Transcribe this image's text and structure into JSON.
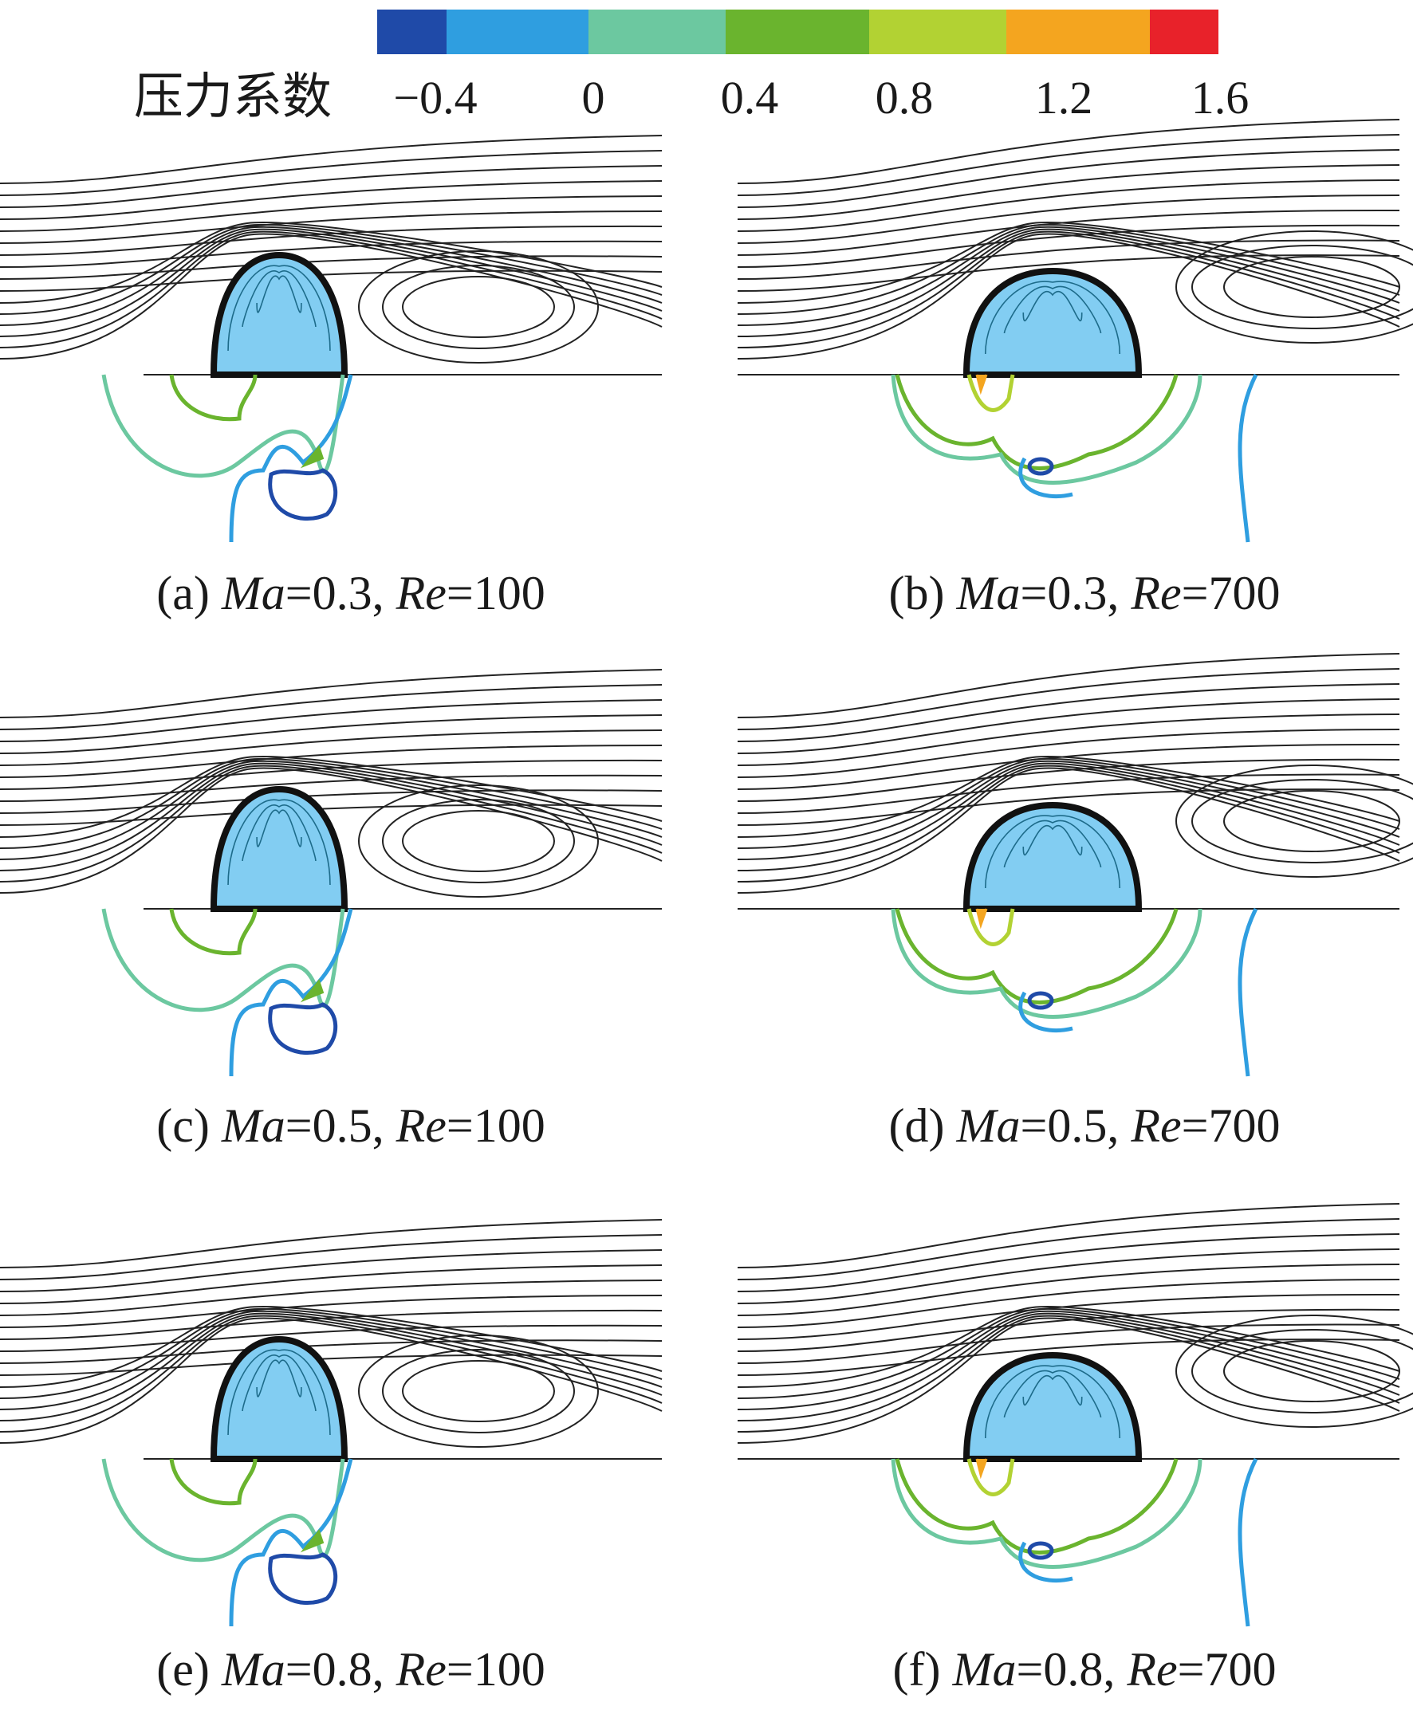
{
  "legend": {
    "title": "压力系数",
    "ticks": [
      "−0.4",
      "0",
      "0.4",
      "0.8",
      "1.2",
      "1.6"
    ],
    "colors": [
      "#1f4aa8",
      "#2f9ee0",
      "#6cc8a0",
      "#6ab42e",
      "#b2d233",
      "#f4a51f",
      "#e8222a"
    ]
  },
  "panels": [
    {
      "id": "a",
      "label": "(a)",
      "ma_symbol": "Ma",
      "ma_value": "=0.3,",
      "re_symbol": "Re",
      "re_value": "=100"
    },
    {
      "id": "b",
      "label": "(b)",
      "ma_symbol": "Ma",
      "ma_value": "=0.3,",
      "re_symbol": "Re",
      "re_value": "=700"
    },
    {
      "id": "c",
      "label": "(c)",
      "ma_symbol": "Ma",
      "ma_value": "=0.5,",
      "re_symbol": "Re",
      "re_value": "=100"
    },
    {
      "id": "d",
      "label": "(d)",
      "ma_symbol": "Ma",
      "ma_value": "=0.5,",
      "re_symbol": "Re",
      "re_value": "=700"
    },
    {
      "id": "e",
      "label": "(e)",
      "ma_symbol": "Ma",
      "ma_value": "=0.8,",
      "re_symbol": "Re",
      "re_value": "=100"
    },
    {
      "id": "f",
      "label": "(f)",
      "ma_symbol": "Ma",
      "ma_value": "=0.8,",
      "re_symbol": "Re",
      "re_value": "=700"
    }
  ],
  "colors": {
    "bubble_fill": "#82cdf2",
    "streamline": "#222222",
    "wall": "#111111"
  }
}
